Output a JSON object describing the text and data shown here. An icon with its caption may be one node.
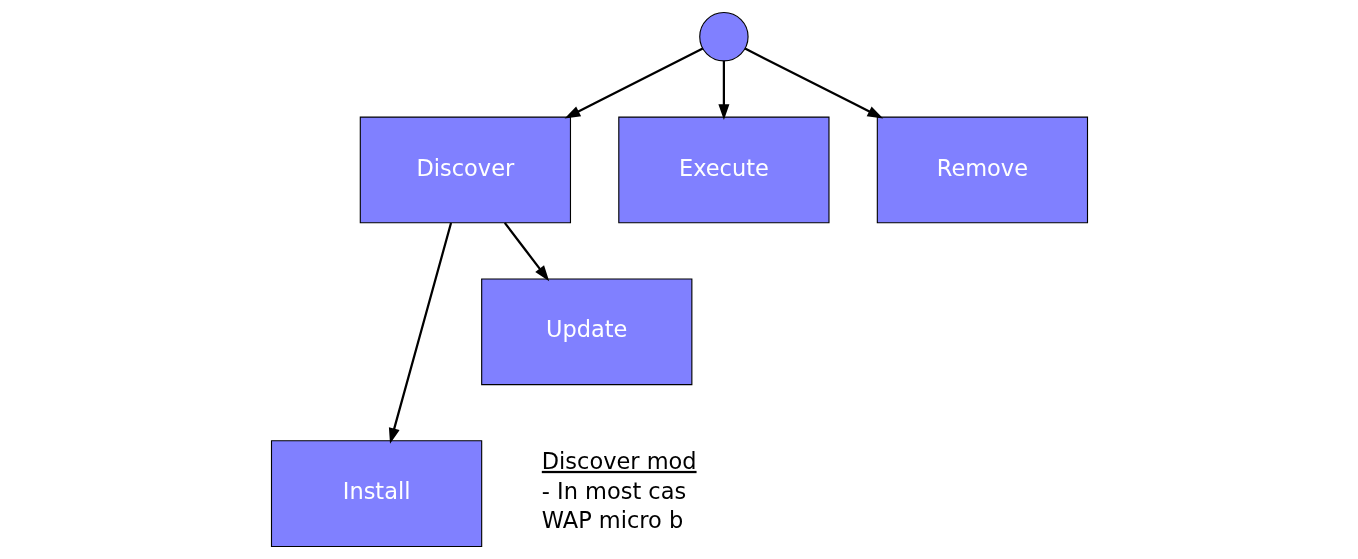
{
  "diagram": {
    "nodes": [
      {
        "text": [],
        "shape": "circle"
      },
      {
        "text": [
          "Discover"
        ]
      },
      {
        "text": [
          "Execute"
        ]
      },
      {
        "text": [
          "Remove"
        ]
      },
      {
        "text": [
          "Install"
        ]
      },
      {
        "text": [
          "Update"
        ]
      }
    ],
    "edges": [
      {
        "from": 0,
        "to": 1,
        "arrow": "to"
      },
      {
        "from": 0,
        "to": 2,
        "arrow": "to"
      },
      {
        "from": 0,
        "to": 3,
        "arrow": "to"
      },
      {
        "from": 1,
        "to": 4,
        "arrow": "to"
      },
      {
        "from": 1,
        "to": 5,
        "arrow": "to"
      }
    ],
    "labels": [
      "Discover mod",
      "- In most cas",
      "WAP micro b"
    ]
  }
}
